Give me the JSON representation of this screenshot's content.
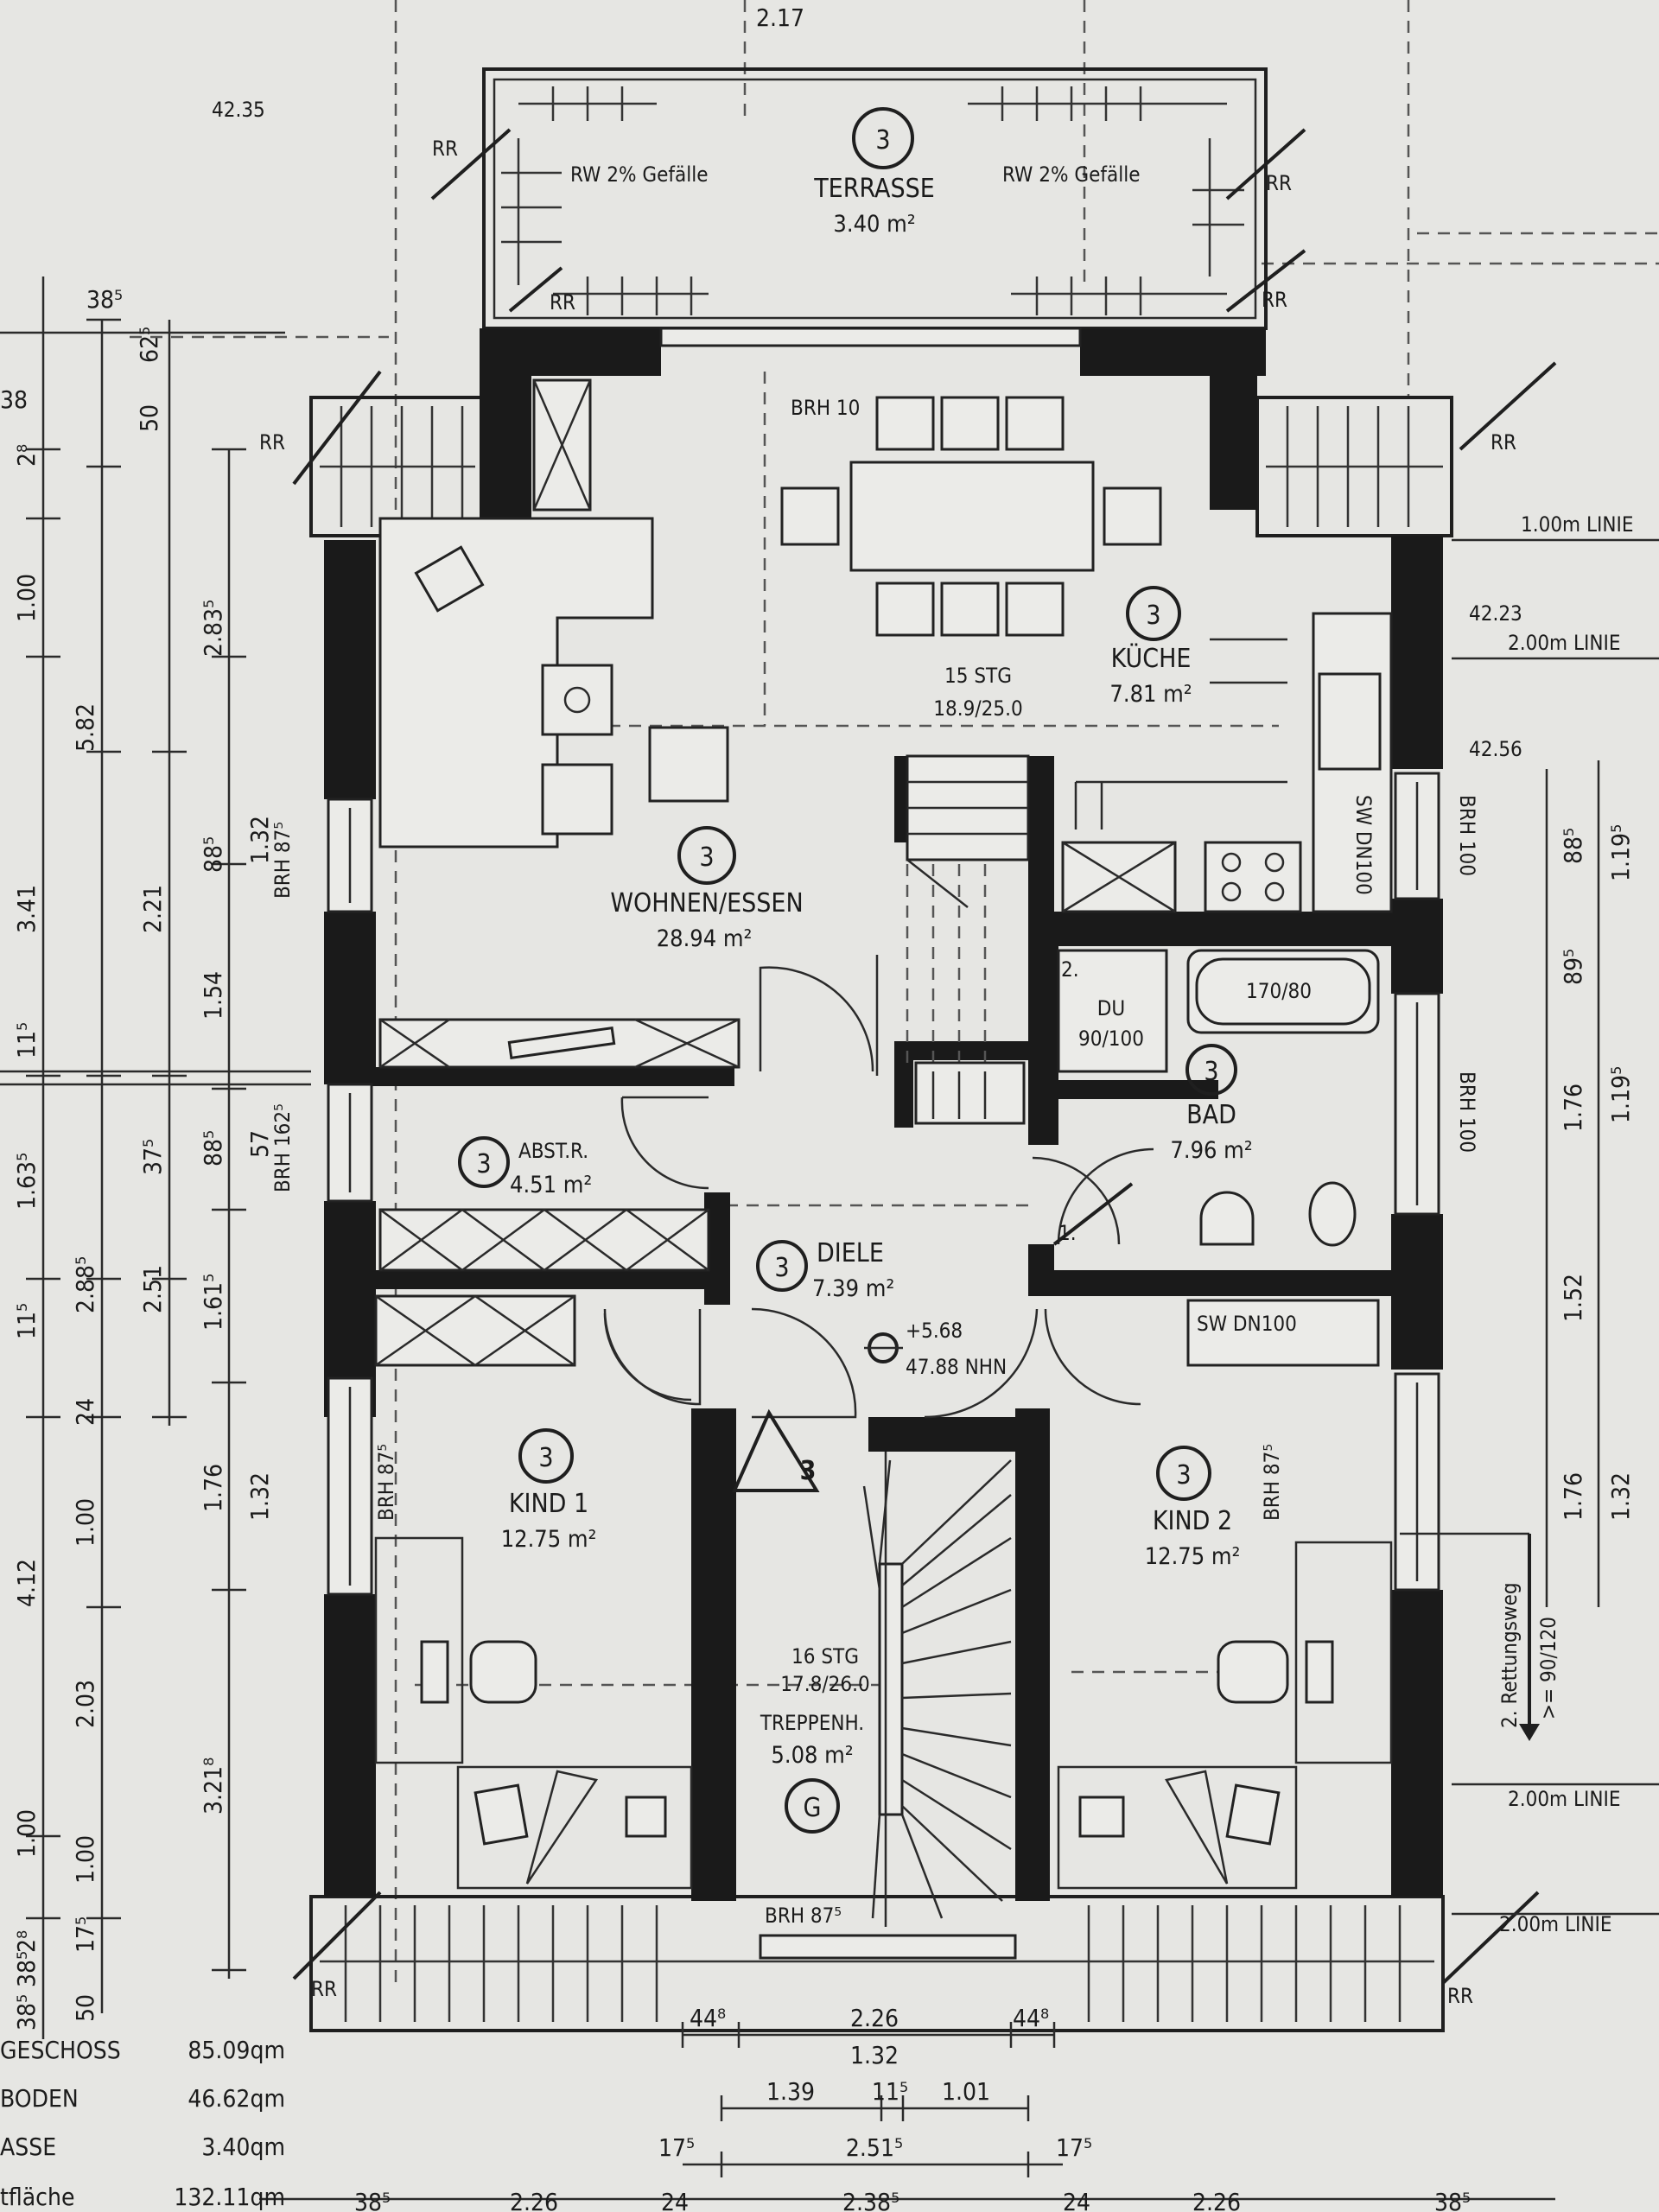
{
  "plan": {
    "rooms": [
      {
        "key": "terrace",
        "badge": "3",
        "name": "TERRASSE",
        "area": "3.40 m²"
      },
      {
        "key": "living",
        "badge": "3",
        "name": "WOHNEN/ESSEN",
        "area": "28.94 m²"
      },
      {
        "key": "kitchen",
        "badge": "3",
        "name": "KÜCHE",
        "area": "7.81 m²"
      },
      {
        "key": "storage",
        "badge": "3",
        "name": "ABST.R.",
        "area": "4.51 m²"
      },
      {
        "key": "bath",
        "badge": "3",
        "name": "BAD",
        "area": "7.96 m²"
      },
      {
        "key": "hall",
        "badge": "3",
        "name": "DIELE",
        "area": "7.39 m²"
      },
      {
        "key": "kid1",
        "badge": "3",
        "name": "KIND 1",
        "area": "12.75 m²"
      },
      {
        "key": "kid2",
        "badge": "3",
        "name": "KIND 2",
        "area": "12.75 m²"
      },
      {
        "key": "stairs",
        "badge": "G",
        "name": "TREPPENH.",
        "area": "5.08 m²"
      }
    ],
    "labels": {
      "rw_left": "RW 2% Gefälle",
      "rw_right": "RW 2% Gefälle",
      "rr": "RR",
      "brh10": "BRH 10",
      "brh100": "BRH 100",
      "brh875": "BRH 87⁵",
      "brh162": "BRH 162⁵",
      "stg15": "15 STG",
      "stg15_ratio": "18.9/25.0",
      "stg16": "16 STG",
      "stg16_ratio": "17.8/26.0",
      "du": "DU",
      "du_size": "90/100",
      "tub": "170/80",
      "sw_dn100": "SW DN100",
      "level_a": "+5.68",
      "level_b": "47.88 NHN",
      "line100": "1.00m LINIE",
      "line200": "2.00m LINIE",
      "elev_left": "42.35",
      "elev_right": "42.23",
      "elev_right2": "42.56",
      "rettung": "2. Rettungsweg",
      "rettung2": ">= 90/120",
      "triangle": "3",
      "door1": "1.",
      "door2": "2."
    },
    "dims_left": [
      "38⁵",
      "62⁵",
      "50",
      "2⁸",
      "38",
      "1.00",
      "5.82",
      "2.83⁵",
      "3.41",
      "2.21",
      "1.32",
      "88⁵",
      "1.54",
      "11⁵",
      "1.63⁵",
      "37⁵",
      "88⁵",
      "57",
      "2.88⁵",
      "2.51",
      "1.61⁵",
      "11⁵",
      "24",
      "4.12",
      "1.00",
      "1.76",
      "1.32",
      "2.03",
      "3.21⁸",
      "1.00",
      "1.00",
      "2⁸",
      "38⁵",
      "50",
      "38⁵",
      "17⁵"
    ],
    "dims_right": [
      "88⁵",
      "1.19⁵",
      "89⁵",
      "1.76",
      "1.19⁵",
      "1.52",
      "1.76",
      "1.32"
    ],
    "dims_bottom": [
      "44⁸",
      "2.26",
      "44⁸",
      "1.32",
      "1.39",
      "11⁵",
      "1.01",
      "17⁵",
      "2.51⁵",
      "17⁵"
    ],
    "dims_top": [
      "2.17"
    ],
    "summary": [
      {
        "label": "GESCHOSS",
        "value": "85.09qm"
      },
      {
        "label": "BODEN",
        "value": "46.62qm"
      },
      {
        "label": "ASSE",
        "value": "3.40qm"
      },
      {
        "label": "tfläche",
        "value": "132.11qm"
      }
    ],
    "footer_dims": [
      "38⁵",
      "2.26",
      "24",
      "2.38⁵",
      "24",
      "2.26",
      "38⁵"
    ]
  }
}
